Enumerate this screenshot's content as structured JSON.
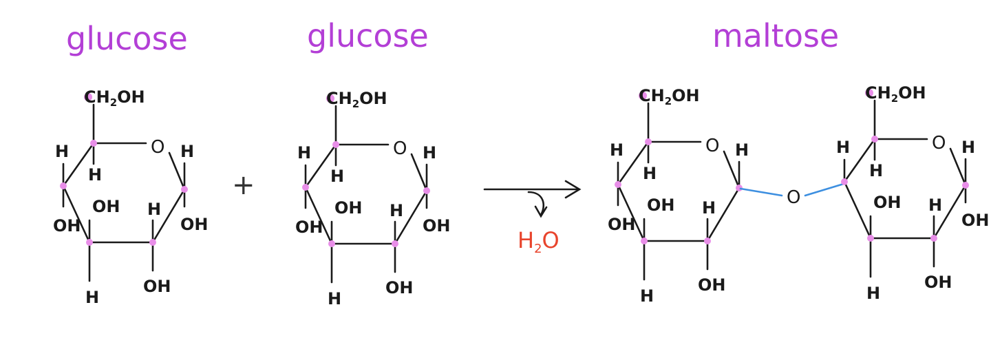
{
  "labels": {
    "glucose_left": "glucose",
    "glucose_right": "glucose",
    "maltose": "maltose",
    "plus": "+",
    "water_main": "H",
    "water_sub": "2",
    "water_tail": "O"
  },
  "atoms": {
    "ch2oh_c": "C",
    "ch2oh_h": "H",
    "ch2oh_sub": "2",
    "ch2oh_oh": "OH",
    "ring_o": "O",
    "h": "H",
    "oh": "OH",
    "bridge_o": "O"
  },
  "colors": {
    "title": "#b33fd6",
    "carbon_dot": "#e88ee8",
    "water": "#e8442c",
    "glycosidic_bond": "#3d8fe0",
    "ink": "#1a1a1a"
  }
}
